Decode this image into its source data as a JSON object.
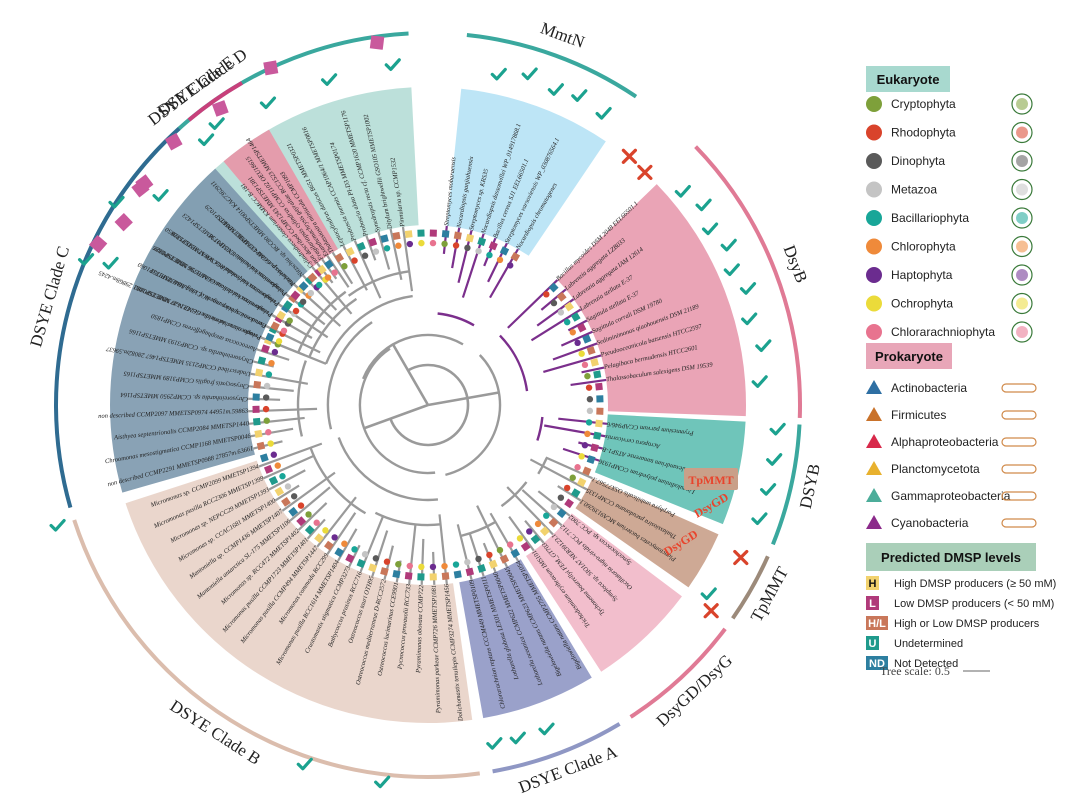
{
  "clades": [
    {
      "id": "dsye-e",
      "label": "DSYE Clade E",
      "bg": "#b5ddd6",
      "arc": "#3aa89e",
      "start": -68,
      "end": -3,
      "label_angle": -37
    },
    {
      "id": "mmtn",
      "label": "MmtN",
      "bg": "#b6e2f5",
      "arc": "#3aa89e",
      "start": 6,
      "end": 34,
      "label_angle": 20
    },
    {
      "id": "dsyb",
      "label": "DsyB",
      "bg": "#e89aae",
      "arc": "#e07a95",
      "start": 46,
      "end": 92,
      "label_angle": 69
    },
    {
      "id": "dsyb2",
      "label": "DSYB",
      "bg": "#5fbfb3",
      "arc": "#3aa89e",
      "start": 93,
      "end": 112,
      "label_angle": 102
    },
    {
      "id": "tpmmt",
      "label": "TpMMT",
      "bg": "#c9a089",
      "arc": "#9c8a7a",
      "start": 114,
      "end": 125,
      "label_angle": 119
    },
    {
      "id": "dsygd",
      "label": "DsyGD/DsyG",
      "bg": "#f1b7c7",
      "arc": "#e07a95",
      "start": 127,
      "end": 147,
      "label_angle": 137
    },
    {
      "id": "dsye-a",
      "label": "DSYE Clade A",
      "bg": "#8f97c4",
      "arc": "#8f97c4",
      "start": 149,
      "end": 170,
      "label_angle": 159
    },
    {
      "id": "dsye-b",
      "label": "DSYE Clade B",
      "bg": "#e8d2c6",
      "arc": "#dbbdad",
      "start": 172,
      "end": 252,
      "label_angle": 213
    },
    {
      "id": "dsye-c",
      "label": "DSYE Clade C",
      "bg": "#7c98ad",
      "arc": "#2f6b91",
      "start": 254,
      "end": 318,
      "label_angle": 286
    },
    {
      "id": "dsye-d",
      "label": "DSYE Clade D",
      "bg": "#e895a6",
      "arc": "#c8407b",
      "start": 320,
      "end": 330,
      "label_angle": 325
    }
  ],
  "genes": {
    "tpmmt": "TpMMT",
    "dsygd1": "DsyGD",
    "dsygd2": "DsyGD"
  },
  "tips": [
    {
      "a": -68,
      "t": "Pseudo-nitzschia multiseries CLN-47 MMETSP1081 29868m.4245"
    },
    {
      "a": -64,
      "t": "Pseudo-nitzschia pungens cf. cingulata MMETSP1060"
    },
    {
      "a": -60,
      "t": "Pseudo-nitzschia delicatissima B596 MMETSP0327"
    },
    {
      "a": -56,
      "t": "Pseudo-nitzschia fraudulenta WWA7 MMETSP0850"
    },
    {
      "a": -52,
      "t": "Pseudo-nitzschia heimii UNC1101 MMETSP1423"
    },
    {
      "a": -48,
      "t": "Nitzschia punctata CCMP561 MMETSP1029"
    },
    {
      "a": -44,
      "t": "Nitzschia sp. RCC80 MMETSP0014 KAC7362911"
    },
    {
      "a": -40,
      "t": "Cylindrotheca closterium KMMCC B-181"
    },
    {
      "a": -36,
      "t": "Fragilariopsis cylindrus CCMP1102 OEU18615"
    },
    {
      "a": -32,
      "t": "Thalassiosira miniscula CCMP1093"
    },
    {
      "a": -28,
      "t": "Leptocylindrus danicus B651 MMETSP0321"
    },
    {
      "a": -24,
      "t": "Proboscia inermis CCAP1064/1 MMETSP0816"
    },
    {
      "a": -20,
      "t": "Proboscia alata PI-D3 MMETSP0174"
    },
    {
      "a": -16,
      "t": "Synedropsis recta cf. CCMP1620 MMETSP1176"
    },
    {
      "a": -12,
      "t": "Ditylum brightwellii GSO105 MMETSP1002"
    },
    {
      "a": -8,
      "t": "Pinnularia sp. CCMP1532"
    },
    {
      "a": 6,
      "t": "Streptomyces mobaraensis"
    },
    {
      "a": 10,
      "t": "Nocardiopsis ganjiahuensis"
    },
    {
      "a": 14,
      "t": "Streptomyces sp. KRS35"
    },
    {
      "a": 18,
      "t": "Nocardiopsis dassonvillei WP_014917868.1"
    },
    {
      "a": 22,
      "t": "Bacillus cereus SJ1 EEL66501.1"
    },
    {
      "a": 26,
      "t": "Streptomyces varsoviensis WP_030876564.1"
    },
    {
      "a": 30,
      "t": "Nocardiopsis chromatogenes"
    },
    {
      "a": 46,
      "t": "Bacillus mycoides DSM 2048 EEL66501.1"
    },
    {
      "a": 50,
      "t": "Labrenzia aggregata LZB033"
    },
    {
      "a": 54,
      "t": "Labrenzia aggregata IAM 12614"
    },
    {
      "a": 58,
      "t": "Labrenzia stellata E-37"
    },
    {
      "a": 62,
      "t": "Sagittula stellata E-37"
    },
    {
      "a": 66,
      "t": "Sagittula corrali DSM 19780"
    },
    {
      "a": 70,
      "t": "Sediminimonas qiaohouensis DSM 21189"
    },
    {
      "a": 74,
      "t": "Pseudooceanicola batsensis HTCC2597"
    },
    {
      "a": 78,
      "t": "Pelagibaca bermudensis HTCC2601"
    },
    {
      "a": 82,
      "t": "Thalassobaculum salexigens DSM 19539"
    },
    {
      "a": 96,
      "t": "Prymnesium parvum CCAP946/6"
    },
    {
      "a": 100,
      "t": "Acropora cervicornis"
    },
    {
      "a": 104,
      "t": "Alexandrium tamarense ATSP1-B"
    },
    {
      "a": 108,
      "t": "Lingulodinium polyedrum CCMP1936"
    },
    {
      "a": 114,
      "t": "Porphyra umbilicalis OSX77567.1"
    },
    {
      "a": 118,
      "t": "Thalassiosira pseudonana CCMP1335"
    },
    {
      "a": 122,
      "t": "Planctomycetes bacterium MCA9139260.1"
    },
    {
      "a": 128,
      "t": "Synechococcus sp. PCC 7002"
    },
    {
      "a": 132,
      "t": "Oscillatoria nigro-viridis PCC 7112"
    },
    {
      "a": 136,
      "t": "Symploca sp. SIO1A7 NER39123.1"
    },
    {
      "a": 140,
      "t": "Tychonema bourrellyi FEM_GT703"
    },
    {
      "a": 144,
      "t": "Trichodesmium erythraeum IMS101"
    },
    {
      "a": 150,
      "t": "Bigelowiella natans CCMP2755 MMETSP1054"
    },
    {
      "a": 154,
      "t": "Bigelowiella natans CCMP623 MMETSP0045"
    },
    {
      "a": 158,
      "t": "Lotharella oceanica CCMP622 MMETSP0040"
    },
    {
      "a": 162,
      "t": "Lotharella globosa LEX01 MMETSP0111"
    },
    {
      "a": 166,
      "t": "Chlorarachnion reptans CCCM449 MMETSP0109"
    },
    {
      "a": 174,
      "t": "Dolichomastix tenuilepis CCMP3274 MMETSP1456"
    },
    {
      "a": 178,
      "t": "Pyramimonas parkeae CCMP726 MMETSP1081"
    },
    {
      "a": 182,
      "t": "Pyramimonas obovata CCMP722"
    },
    {
      "a": 186,
      "t": "Pycnococcus provasolii RCC733"
    },
    {
      "a": 190,
      "t": "Ostreococcus lucimarinus CCE9901"
    },
    {
      "a": 194,
      "t": "Ostreococcus mediterraneus D-RCC2572"
    },
    {
      "a": 198,
      "t": "Ostreococcus tauri OTH95"
    },
    {
      "a": 202,
      "t": "Bathycoccus prasinos RCC716"
    },
    {
      "a": 206,
      "t": "Crustomastix stigmatica CCMP3273"
    },
    {
      "a": 210,
      "t": "Micromonas pusilla RCC1614 MMETSP1404"
    },
    {
      "a": 214,
      "t": "Micromonas commoda RCC299"
    },
    {
      "a": 218,
      "t": "Micromonas pusilla CCMP494 MMETSP1447"
    },
    {
      "a": 222,
      "t": "Micromonas pusilla CCMP1723 MMETSP1401"
    },
    {
      "a": 226,
      "t": "Micromonas sp. RCC472 MMETSP1402"
    },
    {
      "a": 230,
      "t": "Mantoniella antarctica SL-175 MMETSP1106"
    },
    {
      "a": 234,
      "t": "Mantoniella sp. CCMP1436 MMETSP1407"
    },
    {
      "a": 238,
      "t": "Micromonas sp. CCAC1681 MMETSP1400"
    },
    {
      "a": 242,
      "t": "Micromonas sp. NEPCC29 MMETSP1393"
    },
    {
      "a": 246,
      "t": "Micromonas pusilla RCC2306 MMETSP1399"
    },
    {
      "a": 250,
      "t": "Micromonas sp. CCMP2099 MMETSP1394"
    },
    {
      "a": 256,
      "t": "non described CCMP2291 MMETSP0988 27857m.63661"
    },
    {
      "a": 260,
      "t": "Chroomonas mesostigmatica CCMP1168 MMETSP0046"
    },
    {
      "a": 264,
      "t": "Aisthyea septentrionalis CCMP2084 MMETSP1440"
    },
    {
      "a": 268,
      "t": "non described CCMP2097 MMETSP0974 44951m.59863"
    },
    {
      "a": 272,
      "t": "Chrysoreinhardia sp. CCMP2950 MMETSP1164"
    },
    {
      "a": 276,
      "t": "Chrysocystis fragilis CCMP3189 MMETSP1165"
    },
    {
      "a": 280,
      "t": "Undescribed CCMP2135 MMETSP1467 28082m.59637"
    },
    {
      "a": 284,
      "t": "Chrysoreinhardia sp. CCMP3193 MMETSP1166"
    },
    {
      "a": 288,
      "t": "Aureococcus anophagefferens CCMP1850"
    },
    {
      "a": 292,
      "t": "Pelagococcus subviridis CCMP1429 MMETSP0882"
    },
    {
      "a": 296,
      "t": "Genus nov. species nov. RCC1024 MMETSP1321"
    },
    {
      "a": 300,
      "t": "Pelagomonas calceolata CCMP1756 MMETSP0886"
    },
    {
      "a": 304,
      "t": "Pelagomonas calceolata RCC969 MMETSP1328"
    },
    {
      "a": 308,
      "t": "Pelagomonas calceolata CCMP1756"
    },
    {
      "a": 312,
      "t": "Pavlova sp. CCMP459 MMETSP0407"
    },
    {
      "a": 322,
      "t": "non described CCMP1243 MMETSP1381"
    },
    {
      "a": 326,
      "t": "Exanthemachrysis gayraliae RCC1523 MMETSP1464"
    }
  ],
  "marker_count": 96,
  "checks": [
    {
      "a": -66,
      "r": 348
    },
    {
      "a": -52,
      "r": 340
    },
    {
      "a": -40,
      "r": 346
    },
    {
      "a": -28,
      "r": 342
    },
    {
      "a": -17,
      "r": 340
    },
    {
      "a": -6,
      "r": 342
    },
    {
      "a": 12,
      "r": 338
    },
    {
      "a": 17,
      "r": 346
    },
    {
      "a": 22,
      "r": 340
    },
    {
      "a": 26,
      "r": 344
    },
    {
      "a": 31,
      "r": 340
    },
    {
      "a": 50,
      "r": 332
    },
    {
      "a": 54,
      "r": 340
    },
    {
      "a": 58,
      "r": 332
    },
    {
      "a": 62,
      "r": 340
    },
    {
      "a": 66,
      "r": 332
    },
    {
      "a": 70,
      "r": 340
    },
    {
      "a": 75,
      "r": 332
    },
    {
      "a": 80,
      "r": 340
    },
    {
      "a": 86,
      "r": 332
    },
    {
      "a": 94,
      "r": 350
    },
    {
      "a": 99,
      "r": 350
    },
    {
      "a": 104,
      "r": 350
    },
    {
      "a": 109,
      "r": 350
    },
    {
      "a": 124,
      "r": 338
    },
    {
      "a": 160,
      "r": 345
    },
    {
      "a": 165,
      "r": 345
    },
    {
      "a": 169,
      "r": 345
    },
    {
      "a": 187,
      "r": 380
    },
    {
      "a": 199,
      "r": 380
    },
    {
      "a": 252,
      "r": 390
    },
    {
      "a": 293,
      "r": 372
    },
    {
      "a": 303,
      "r": 372
    },
    {
      "a": 323,
      "r": 352
    }
  ],
  "crosses": [
    {
      "a": 39,
      "r": 320
    },
    {
      "a": 43,
      "r": 318
    },
    {
      "a": 116,
      "r": 348
    },
    {
      "a": 126,
      "r": 350
    }
  ],
  "diamonds": [
    {
      "a": -64,
      "r": 367
    },
    {
      "a": -52,
      "r": 360
    },
    {
      "a": -44,
      "r": 366
    },
    {
      "a": -35,
      "r": 362
    },
    {
      "a": -25,
      "r": 372
    },
    {
      "a": -8,
      "r": 366
    },
    {
      "a": 301,
      "r": 355
    },
    {
      "a": 307,
      "r": 360
    }
  ],
  "legend": {
    "eukaryote_title": "Eukaryote",
    "eukaryote": [
      {
        "label": "Cryptophyta",
        "color": "#7ea03a"
      },
      {
        "label": "Rhodophyta",
        "color": "#d9432b"
      },
      {
        "label": "Dinophyta",
        "color": "#5a5a5a"
      },
      {
        "label": "Metazoa",
        "color": "#c4c4c4"
      },
      {
        "label": "Bacillariophyta",
        "color": "#18a698"
      },
      {
        "label": "Chlorophyta",
        "color": "#ef8a3a"
      },
      {
        "label": "Haptophyta",
        "color": "#6b2c8f"
      },
      {
        "label": "Ochrophyta",
        "color": "#ebdb3a"
      },
      {
        "label": "Chlorarachniophyta",
        "color": "#e8738f"
      }
    ],
    "prokaryote_title": "Prokaryote",
    "prokaryote": [
      {
        "label": "Actinobacteria",
        "color": "#2e6fa3"
      },
      {
        "label": "Firmicutes",
        "color": "#c9722a"
      },
      {
        "label": "Alphaproteobacteria",
        "color": "#d8294a"
      },
      {
        "label": "Planctomycetota",
        "color": "#e8b12e"
      },
      {
        "label": "Gammaproteobacteria",
        "color": "#4cad9a"
      },
      {
        "label": "Cyanobacteria",
        "color": "#8b2a8a"
      }
    ],
    "dmsp_title": "Predicted DMSP levels",
    "dmsp": [
      {
        "code": "H",
        "label": "High DMSP producers (≥ 50 mM)",
        "bg": "#f2d26e",
        "fg": "#111"
      },
      {
        "code": "L",
        "label": "Low DMSP producers (< 50 mM)",
        "bg": "#b03a7a",
        "fg": "#fff"
      },
      {
        "code": "H/L",
        "label": "High or Low DMSP producers",
        "bg": "#c9775a",
        "fg": "#fff"
      },
      {
        "code": "U",
        "label": "Undetermined",
        "bg": "#1f9a8c",
        "fg": "#fff"
      },
      {
        "code": "ND",
        "label": "Not Detected",
        "bg": "#2d7fa0",
        "fg": "#fff"
      }
    ],
    "scale_label": "Tree scale: 0.5"
  },
  "colors": {
    "branch": "#9a9a9a",
    "branch_purple": "#7b2f8c",
    "check": "#1ba28f",
    "cross": "#d9432b",
    "diamond": "#c9599c"
  }
}
